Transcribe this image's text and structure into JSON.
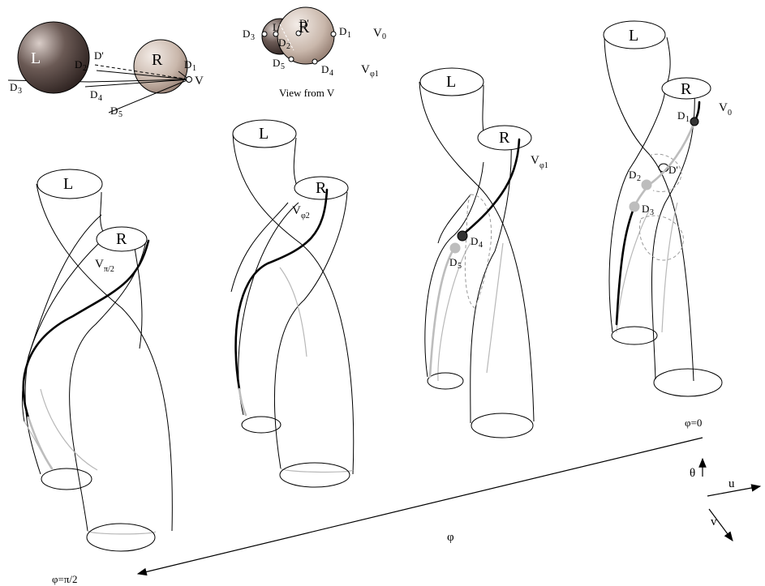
{
  "inset": {
    "sphere_L": "L",
    "sphere_R": "R",
    "points": {
      "d1": "D",
      "d1_sub": "1",
      "d2": "D",
      "d2_sub": "2",
      "d3": "D",
      "d3_sub": "3",
      "d4": "D",
      "d4_sub": "4",
      "d5": "D",
      "d5_sub": "5",
      "dprime": "D'"
    },
    "v": "V"
  },
  "view_inset": {
    "r": "R",
    "l": "L",
    "d1": "D",
    "d1_sub": "1",
    "d2": "D",
    "d2_sub": "2",
    "d3": "D",
    "d3_sub": "3",
    "d4": "D",
    "d4_sub": "4",
    "d5": "D",
    "d5_sub": "5",
    "dprime": "D'",
    "v0": "V",
    "v0_sub": "0",
    "vphi1": "V",
    "vphi1_sub": "φ1",
    "caption": "View from V"
  },
  "tubes": {
    "t1": {
      "l": "L",
      "r": "R",
      "v": "V",
      "v_sub": "π/2"
    },
    "t2": {
      "l": "L",
      "r": "R",
      "v": "V",
      "v_sub": "φ2"
    },
    "t3": {
      "l": "L",
      "r": "R",
      "v": "V",
      "v_sub": "φ1",
      "d4": "D",
      "d4_sub": "4",
      "d5": "D",
      "d5_sub": "5"
    },
    "t4": {
      "l": "L",
      "r": "R",
      "v": "V",
      "v_sub": "0",
      "d1": "D",
      "d1_sub": "1",
      "d2": "D",
      "d2_sub": "2",
      "d3": "D",
      "d3_sub": "3",
      "dprime": "D'"
    }
  },
  "axis": {
    "phi": "φ",
    "phi0": "φ=0",
    "phi_end": "φ=π/2"
  },
  "frame": {
    "theta": "θ",
    "u": "u",
    "v": "v"
  },
  "colors": {
    "dark_sphere": "#4a3b38",
    "light_sphere": "#c4b3a8",
    "curve": "#000000",
    "hidden_curve": "#bdbdbd"
  }
}
